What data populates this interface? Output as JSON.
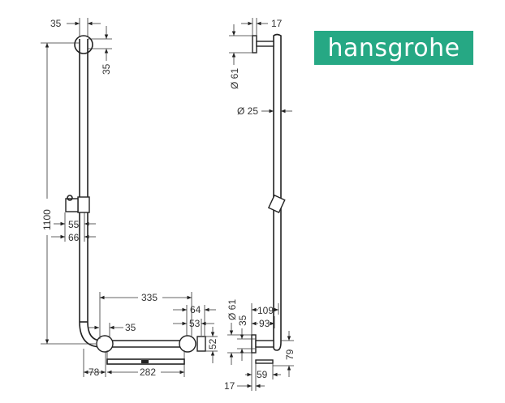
{
  "brand": {
    "name": "hansgrohe",
    "color": "#26a884"
  },
  "front_view": {
    "dims": {
      "top_width": "35",
      "top_offset": "35",
      "height": "1100",
      "slider_55": "55",
      "slider_66": "66",
      "length_335": "335",
      "offset_35": "35",
      "end_64": "64",
      "end_53": "53",
      "end_52": "52",
      "corner_78": "78",
      "tray_282": "282"
    }
  },
  "side_view": {
    "dims": {
      "top_17": "17",
      "top_dia": "Ø 61",
      "bar_dia": "Ø 25",
      "depth_109": "109",
      "depth_93": "93",
      "bottom_dia": "Ø 61",
      "bottom_35": "35",
      "height_79": "79",
      "tray_59": "59",
      "bottom_17": "17"
    }
  }
}
